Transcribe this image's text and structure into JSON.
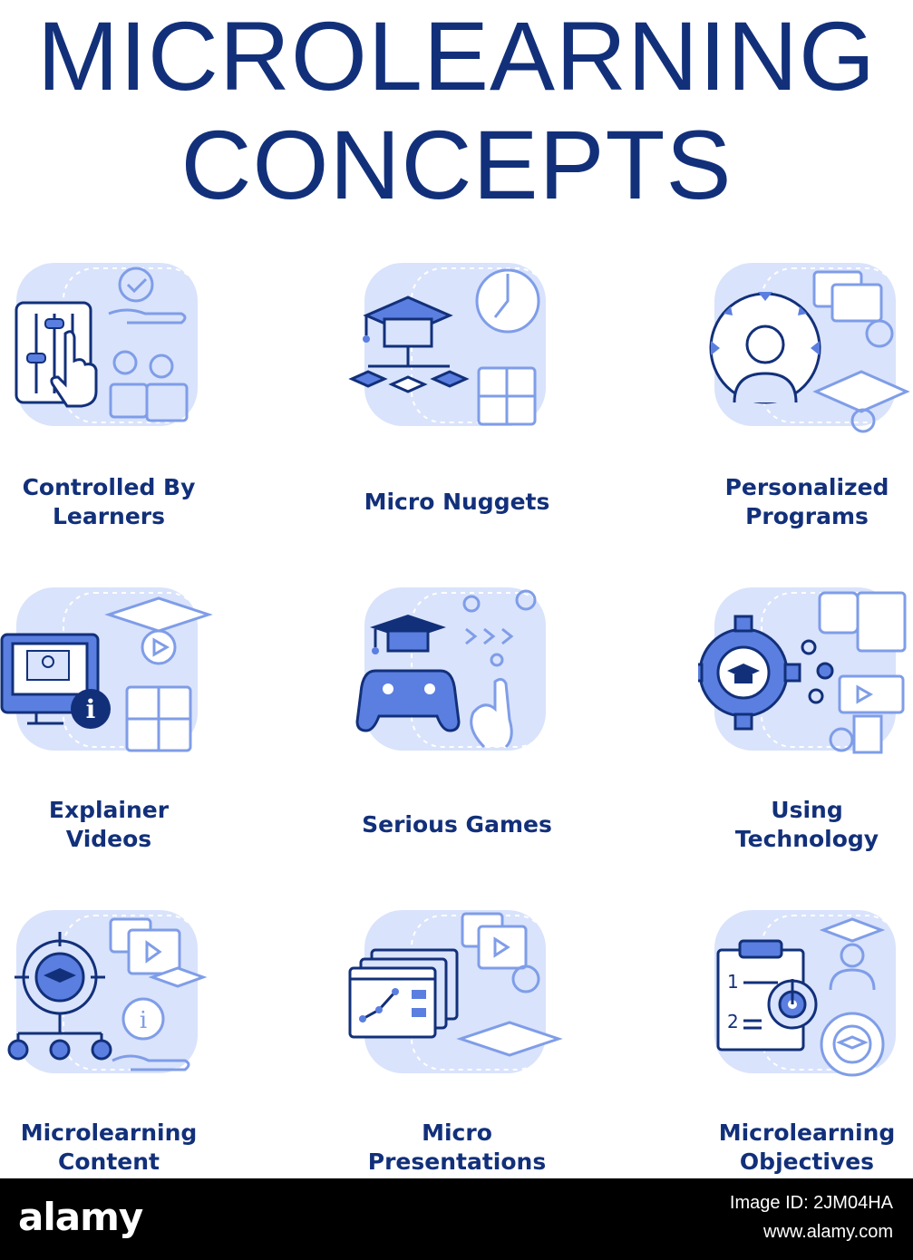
{
  "title_line1": "MICROLEARNING",
  "title_line2": "CONCEPTS",
  "colors": {
    "dark_blue": "#12307a",
    "mid_blue": "#5b7fe0",
    "light_blue": "#d9e3fb",
    "line_blue": "#3a5dc8"
  },
  "items": [
    {
      "icon": "learner-control-icon",
      "line1": "Controlled By",
      "line2": "Learners"
    },
    {
      "icon": "micro-nuggets-icon",
      "line1": "Micro Nuggets",
      "line2": ""
    },
    {
      "icon": "personalized-programs-icon",
      "line1": "Personalized",
      "line2": "Programs"
    },
    {
      "icon": "explainer-videos-icon",
      "line1": "Explainer",
      "line2": "Videos"
    },
    {
      "icon": "serious-games-icon",
      "line1": "Serious Games",
      "line2": ""
    },
    {
      "icon": "using-technology-icon",
      "line1": "Using",
      "line2": "Technology"
    },
    {
      "icon": "microlearning-content-icon",
      "line1": "Microlearning",
      "line2": "Content"
    },
    {
      "icon": "micro-presentations-icon",
      "line1": "Micro",
      "line2": "Presentations"
    },
    {
      "icon": "microlearning-objectives-icon",
      "line1": "Microlearning",
      "line2": "Objectives"
    }
  ],
  "footer": {
    "brand": "alamy",
    "image_id": "Image ID: 2JM04HA",
    "site": "www.alamy.com"
  }
}
